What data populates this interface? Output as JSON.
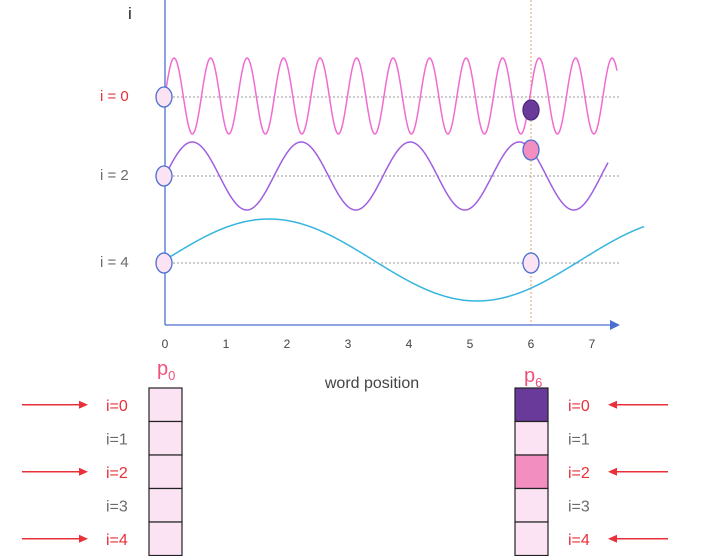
{
  "y_axis_label": "i",
  "x_axis_label": "word position",
  "x_ticks": [
    "0",
    "1",
    "2",
    "3",
    "4",
    "5",
    "6",
    "7"
  ],
  "wave_labels": [
    {
      "text": "i = 0",
      "color": "#e8303a"
    },
    {
      "text": "i = 2",
      "color": "#6b6b6b"
    },
    {
      "text": "i = 4",
      "color": "#6b6b6b"
    }
  ],
  "vectors": [
    {
      "title": "p",
      "subscript": "0",
      "rows": [
        {
          "label": "i=0",
          "highlight": true,
          "fill": "#fbe3f3"
        },
        {
          "label": "i=1",
          "highlight": false,
          "fill": "#fbe3f3"
        },
        {
          "label": "i=2",
          "highlight": true,
          "fill": "#fbe3f3"
        },
        {
          "label": "i=3",
          "highlight": false,
          "fill": "#fbe3f3"
        },
        {
          "label": "i=4",
          "highlight": true,
          "fill": "#fbe3f3"
        }
      ]
    },
    {
      "title": "p",
      "subscript": "6",
      "rows": [
        {
          "label": "i=0",
          "highlight": true,
          "fill": "#6a3a9a"
        },
        {
          "label": "i=1",
          "highlight": false,
          "fill": "#fbe3f3"
        },
        {
          "label": "i=2",
          "highlight": true,
          "fill": "#f28ec0"
        },
        {
          "label": "i=3",
          "highlight": false,
          "fill": "#fbe3f3"
        },
        {
          "label": "i=4",
          "highlight": true,
          "fill": "#fbe3f3"
        }
      ]
    }
  ],
  "colors": {
    "wave_i0": "#f06bd2",
    "wave_i2": "#a05ee0",
    "wave_i4": "#36b4e0",
    "axis": "#4a6fd0",
    "arrow": "#e8303a",
    "highlight_text": "#e8303a",
    "muted_text": "#6b6b6b",
    "title_pink": "#f0507a",
    "guide_orange": "#e8a060"
  },
  "markers": [
    {
      "wave": "i = 0",
      "position": 0,
      "fill": "#fbe3f3"
    },
    {
      "wave": "i = 2",
      "position": 0,
      "fill": "#fbe3f3"
    },
    {
      "wave": "i = 4",
      "position": 0,
      "fill": "#fbe3f3"
    },
    {
      "wave": "i = 0",
      "position": 6,
      "fill": "#6a3a9a"
    },
    {
      "wave": "i = 2",
      "position": 6,
      "fill": "#f28ec0"
    },
    {
      "wave": "i = 4",
      "position": 6,
      "fill": "#fbe3f3"
    }
  ]
}
